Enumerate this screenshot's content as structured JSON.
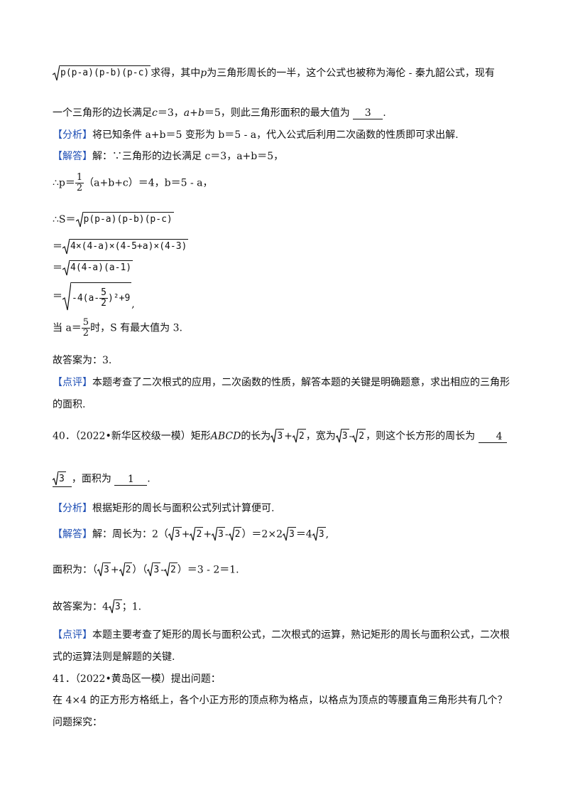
{
  "heron": {
    "radicand": "p(p-a)(p-b)(p-c)",
    "text1": "求得，其中",
    "p": "p",
    "text2": "为三角形周长的一半，这个公式也被称为海伦 - 秦九韶公式，现有",
    "line2": "一个三角形的边长满足",
    "c3": "c",
    "eq3": "＝3，",
    "ab": "a",
    "plus": "+",
    "b": "b",
    "eq5": "＝5，则此三角形面积的最大值为",
    "answer": "3",
    "end": "."
  },
  "analysis1": {
    "tag": "【分析】",
    "text": "将已知条件 a+b＝5 变形为 b＝5 - a，代入公式后利用二次函数的性质即可求出解."
  },
  "solution1": {
    "tag": "【解答】",
    "line1": "解：∵三角形的边长满足 c＝3，a+b＝5，",
    "p_prefix": "∴p＝",
    "frac_num": "1",
    "frac_den": "2",
    "p_suffix": "（a+b+c）＝4，b＝5 - a，",
    "s_prefix": "∴S＝",
    "s_radicand": "p(p-a)(p-b)(p-c)",
    "eq": "＝",
    "r1": "4×(4-a)×(4-5+a)×(4-3)",
    "r2": "4(4-a)(a-1)",
    "r3a": "-4(a-",
    "r3num": "5",
    "r3den": "2",
    "r3b": ")²+9",
    "r3end": ",",
    "when_prefix": "当 a＝",
    "when_num": "5",
    "when_den": "2",
    "when_suffix": "时，S 有最大值为 3."
  },
  "answer1": "故答案为：3.",
  "comment1": {
    "tag": "【点评】",
    "line1": "本题考查了二次根式的应用，二次函数的性质，解答本题的关键是明确题意，求出相应的三角形",
    "line2": "的面积."
  },
  "q40": {
    "prefix": "40．（2022•新华区校级一模）矩形",
    "abcd": "ABCD",
    "mid": "的长为",
    "r3": "3",
    "plus": "+",
    "r2": "2",
    "wide": "，宽为",
    "minus": "-",
    "tail": "，则这个长方形的周长为",
    "ans_a": "4",
    "ans_rad": "3",
    "area_lbl": "，面积为",
    "area_ans": "1",
    "end": "."
  },
  "analysis2": {
    "tag": "【分析】",
    "text": "根据矩形的周长与面积公式列式计算便可."
  },
  "solution2": {
    "tag": "【解答】",
    "pre": "解：周长为：2（",
    "three": "3",
    "two": "2",
    "plus": "+",
    "minus": "-",
    "mid": "）＝2×2",
    "eq4": "＝4",
    "end": ","
  },
  "area2": {
    "pre": "面积为：（",
    "mid": "）（",
    "post": "）＝3 - 2＝1."
  },
  "answer2": {
    "pre": "故答案为：4",
    "rad": "3",
    "post": "；1."
  },
  "comment2": {
    "tag": "【点评】",
    "line1": "本题主要考查了矩形的周长与面积公式，二次根式的运算，熟记矩形的周长与面积公式，二次根",
    "line2": "式的运算法则是解题的关键."
  },
  "q41": {
    "title": "41．（2022•黄岛区一模）提出问题：",
    "line1": "在 4×4 的正方形方格纸上，各个小正方形的顶点称为格点，以格点为顶点的等腰直角三角形共有几个？",
    "line2": "问题探究："
  }
}
